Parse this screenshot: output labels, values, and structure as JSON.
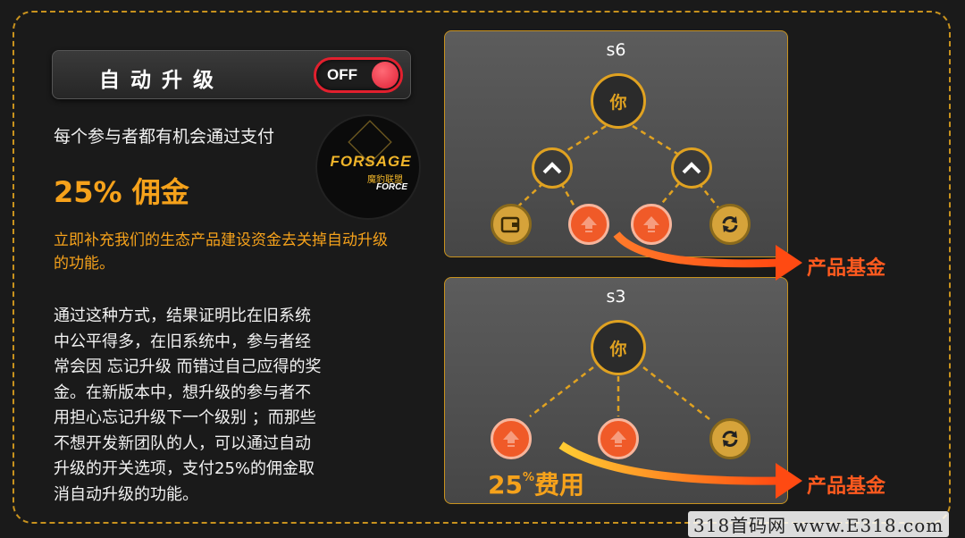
{
  "toggle": {
    "label": "自动升级",
    "state": "OFF"
  },
  "intro_text": "每个参与者都有机会通过支付",
  "commission": "25% 佣金",
  "orange_text": "立即补充我们的生态产品建设资金去关掉自动升级的功能。",
  "body_lines": [
    "通过这种方式，结果证明比在旧系统",
    "中公平得多，在旧系统中，参与者经",
    "常会因 忘记升级 而错过自己应得的奖",
    "金。在新版本中，想升级的参与者不",
    "用担心忘记升级下一个级别 ；而那些",
    "不想开发新团队的人，可以通过自动",
    "升级的开关选项，支付25%的佣金取",
    "消自动升级的功能。"
  ],
  "logo": {
    "main": "FORSAGE",
    "sub": "魔豹联盟",
    "force": "FORCE"
  },
  "panel_top": {
    "title": "s6",
    "root": "你",
    "fund_label": "产品基金"
  },
  "panel_bottom": {
    "title": "s3",
    "root": "你",
    "fund_label": "产品基金",
    "fee_pct": "25",
    "fee_unit": "%",
    "fee_text": "费用"
  },
  "icons": [
    "chevron-up-icon",
    "wallet-icon",
    "upgrade-arrow-icon",
    "recycle-icon"
  ],
  "colors": {
    "accent": "#f6a21b",
    "gold": "#e0a221",
    "red": "#f05a28",
    "off_red": "#e2202e"
  },
  "watermark": "318首码网 www.E318.com"
}
